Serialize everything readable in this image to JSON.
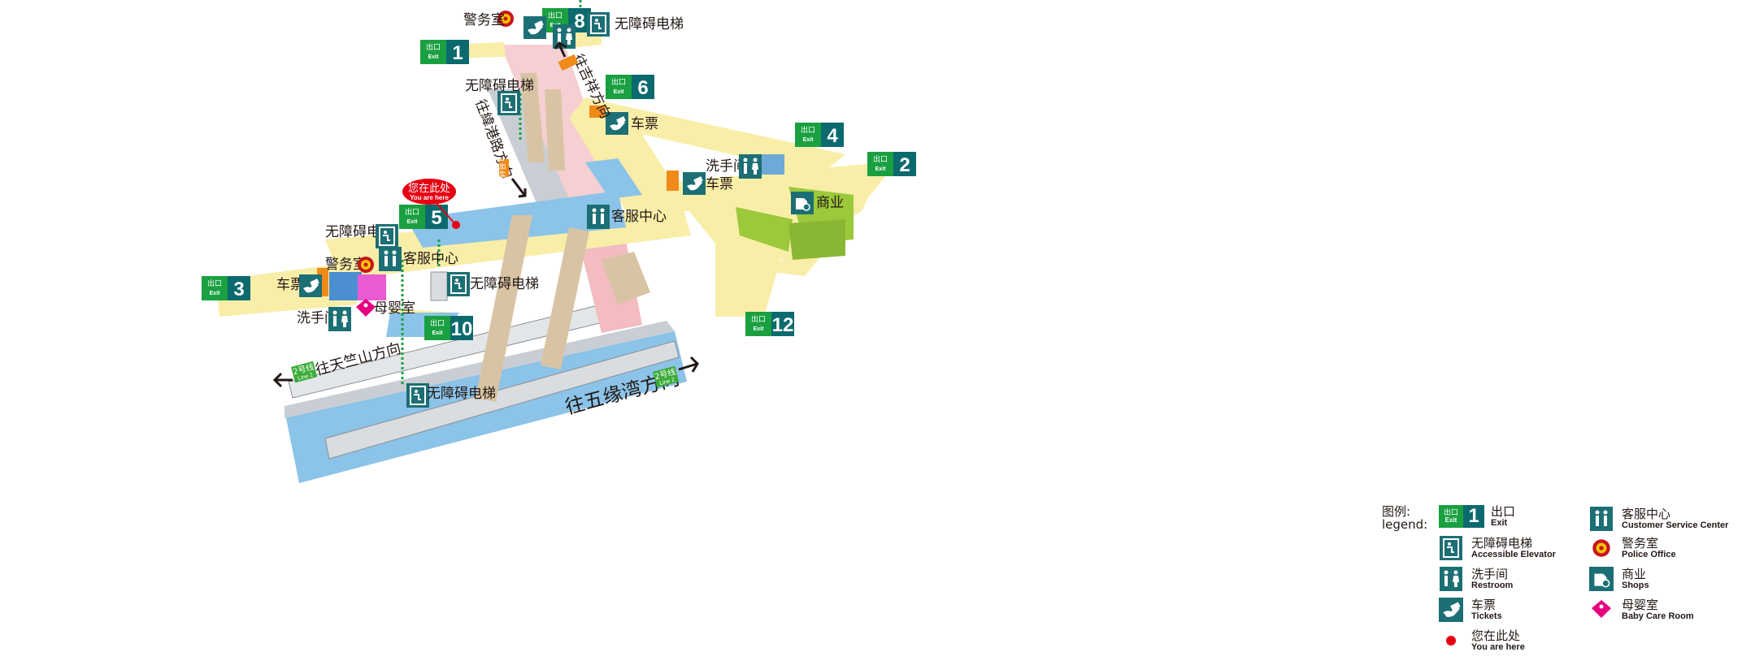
{
  "colors": {
    "concourse": "#f8eea8",
    "platform": "#8cc3e8",
    "pink": "#f5cfd2",
    "exit_green": "#1aa041",
    "exit_teal": "#0b6a6e",
    "icon_teal": "#1c6f74",
    "shop_green": "#9cc83c",
    "ticket_orange": "#f08a18",
    "here_red": "#e60012",
    "baby_magenta": "#e4007f",
    "line2_green": "#3aab38"
  },
  "exit_badge": {
    "cn": "出口",
    "en": "Exit"
  },
  "exits": [
    {
      "id": "1",
      "number": "1"
    },
    {
      "id": "2",
      "number": "2"
    },
    {
      "id": "3",
      "number": "3"
    },
    {
      "id": "4",
      "number": "4"
    },
    {
      "id": "5",
      "number": "5"
    },
    {
      "id": "6",
      "number": "6"
    },
    {
      "id": "8",
      "number": "8"
    },
    {
      "id": "10",
      "number": "10"
    },
    {
      "id": "12",
      "number": "12"
    }
  ],
  "labels": {
    "police_top": "警务室",
    "elevator_top": "无障碍电梯",
    "elevator_upper_left": "无障碍电梯",
    "tickets_right": "车票",
    "restroom_right": "洗手间",
    "tickets_mid": "车票",
    "shops": "商业",
    "service_mid": "客服中心",
    "elevator_left": "无障碍电梯",
    "police_left": "警务室",
    "service_left": "客服中心",
    "tickets_left": "车票",
    "elevator_mid": "无障碍电梯",
    "baby_room": "母婴室",
    "restroom_left": "洗手间",
    "elevator_platform": "无障碍电梯"
  },
  "you_are_here": {
    "cn": "您在此处",
    "en": "You are here"
  },
  "directions": {
    "upper_1": "往吉祥方向",
    "upper_2": "往緯港路方向",
    "platform_left": "往天竺山方向",
    "platform_right": "往五缘湾方向"
  },
  "line_badge": {
    "cn": "2号线",
    "en": "Line 2"
  },
  "line1_badge": {
    "cn": "1号线"
  },
  "legend": {
    "title_cn": "图例:",
    "title_en": "legend:",
    "exit_number": "1",
    "items": [
      {
        "key": "exit",
        "icon": "exit-badge",
        "cn": "出口",
        "en": "Exit"
      },
      {
        "key": "service",
        "icon": "customer-service-icon",
        "cn": "客服中心",
        "en": "Customer Service Center"
      },
      {
        "key": "elevator",
        "icon": "accessible-elevator-icon",
        "cn": "无障碍电梯",
        "en": "Accessible Elevator"
      },
      {
        "key": "police",
        "icon": "police-emblem-icon",
        "cn": "警务室",
        "en": "Police Office"
      },
      {
        "key": "restroom",
        "icon": "restroom-icon",
        "cn": "洗手间",
        "en": "Restroom"
      },
      {
        "key": "shops",
        "icon": "shop-icon",
        "cn": "商业",
        "en": "Shops"
      },
      {
        "key": "tickets",
        "icon": "ticket-icon",
        "cn": "车票",
        "en": "Tickets"
      },
      {
        "key": "baby",
        "icon": "baby-care-icon",
        "cn": "母婴室",
        "en": "Baby Care Room"
      },
      {
        "key": "here",
        "icon": "you-are-here-dot-icon",
        "cn": "您在此处",
        "en": "You are here"
      }
    ]
  }
}
